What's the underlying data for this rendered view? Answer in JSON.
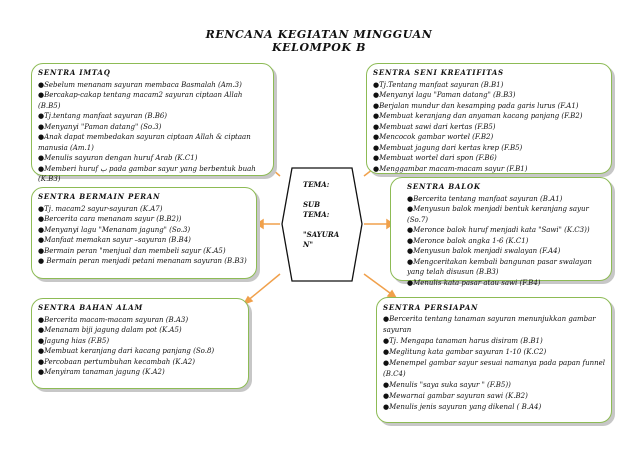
{
  "title": [
    "RENCANA KEGIATAN MINGGUAN",
    "KELOMPOK B"
  ],
  "center": {
    "tema_label": "TEMA:",
    "sub_tema_label": [
      "SUB",
      "TEMA:"
    ],
    "sub_tema_value": [
      "\"SAYURA",
      "N\""
    ]
  },
  "boxes": {
    "imtaq": {
      "heading": "SENTRA IMTAQ",
      "items": [
        "●Sebelum menanam sayuran membaca Basmalah (Am.3)",
        "●Bercakap-cakap tentang macam2 sayuran ciptaan Allah (B.B5)",
        "●Tj.tentang manfaat sayuran (B.B6)",
        "●Menyanyi \"Paman datang\" (So.3)",
        "●Anak dapat membedakan sayuran ciptaan Allah & ciptaan manusia (Am.1)",
        "●Menulis sayuran dengan huruf Arab (K.C1)",
        "●Memberi huruf ب pada gambar sayur yang berbentuk buah (K.B3)"
      ]
    },
    "seni": {
      "heading": "SENTRA SENI KREATIFITAS",
      "items": [
        "●Tj.Tentang manfaat sayuran (B.B1)",
        "●Menyanyi lagu \"Paman datang\" (B.B3)",
        "●Berjalan mundur dan kesamping pada garis lurus (F.A1)",
        "●Membuat keranjang dan anyaman kacang panjang (F.B2)",
        "●Membuat sawi dari kertas (F.B5)",
        "●Mencocok gambar wortel (F.B2)",
        "●Membuat jagung dari kertas krep (F.B5)",
        "●Membuat wortel dari spon (F.B6)",
        "●Menggambar macam-macam sayur (F.B1)"
      ]
    },
    "peran": {
      "heading": "SENTRA BERMAIN PERAN",
      "items": [
        "●Tj. macam2 sayur-sayuran (K.A7)",
        "●Bercerita cara menanam sayur (B.B2))",
        "●Menyanyi lagu \"Menanam jagung\" (So.3)",
        "●Manfaat memakan sayur –sayuran (B.B4)",
        "●Bermain peran \"menjual dan membeli sayur (K.A5)",
        "● Bermain peran menjadi petani menanam sayuran (B.B3)"
      ]
    },
    "balok": {
      "heading": "SENTRA BALOK",
      "items": [
        "●Bercerita tentang manfaat sayuran (B.A1)",
        "●Menyusun balok menjadi bentuk keranjang sayur (So.7)",
        "●Meronce balok huruf menjadi kata \"Sawi\" (K.C3))",
        "●Meronce balok angka 1-6 (K.C1)",
        "●Menyusun balok menjadi swalayan (F.A4)",
        "●Mengceritakan kembali bangunan pasar swalayan yang telah disusun (B.B3)",
        "●Menulis kata pasar atau sawi (F.B4)"
      ]
    },
    "alam": {
      "heading": "SENTRA BAHAN ALAM",
      "items": [
        "●Bercerita macam-macam sayuran (B.A3)",
        "●Menanam biji jagung dalam pot (K.A5)",
        "●Jagung hias (F.B5)",
        "●Membuat keranjang dari kacang panjang (So.8)",
        "●Percobaan pertumbuhan kecambah (K.A2)",
        "●Menyiram tanaman jagung (K.A2)"
      ]
    },
    "persiapan": {
      "heading": "SENTRA PERSIAPAN",
      "items": [
        "●Bercerita tentang tanaman sayuran menunjukkan gambar sayuran",
        "●Tj. Mengapa tanaman harus disiram (B.B1)",
        "●Meglitung kata gambar sayuran 1-10 (K.C2)",
        "●Menempel gambar sayur sesuai namanya pada papan funnel (B.C4)",
        "●Menulis \"saya suka sayur \" (F.B5))",
        "●Mewarnai gambar sayuran sawi (K.B2)",
        "●Menulis jenis sayuran yang dikenal ( B.A4)"
      ]
    }
  },
  "colors": {
    "box_border": "#8dbb55",
    "connector": "#f0a04b",
    "hexagon": "#111111"
  }
}
